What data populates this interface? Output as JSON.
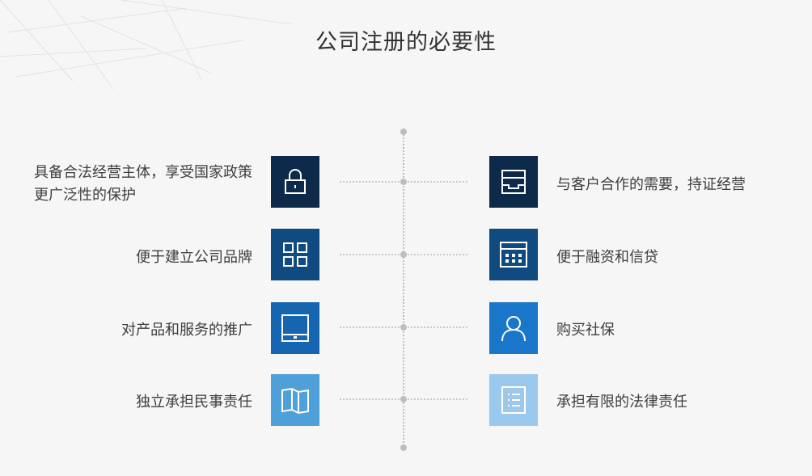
{
  "title": "公司注册的必要性",
  "left": [
    {
      "label": "具备合法经营主体，享受国家政策更广泛性的保护",
      "icon": "lock-icon",
      "color": "#0e2a4a"
    },
    {
      "label": "便于建立公司品牌",
      "icon": "grid-icon",
      "color": "#0f4a80"
    },
    {
      "label": "对产品和服务的推广",
      "icon": "tablet-icon",
      "color": "#1565b0"
    },
    {
      "label": "独立承担民事责任",
      "icon": "book-icon",
      "color": "#4f9fd8"
    }
  ],
  "right": [
    {
      "label": "与客户合作的需要，持证经营",
      "icon": "inbox-icon",
      "color": "#0e2a4a"
    },
    {
      "label": "便于融资和信贷",
      "icon": "calculator-icon",
      "color": "#0f4a80"
    },
    {
      "label": "购买社保",
      "icon": "user-icon",
      "color": "#1976c8"
    },
    {
      "label": "承担有限的法律责任",
      "icon": "list-icon",
      "color": "#9cc8ec"
    }
  ]
}
